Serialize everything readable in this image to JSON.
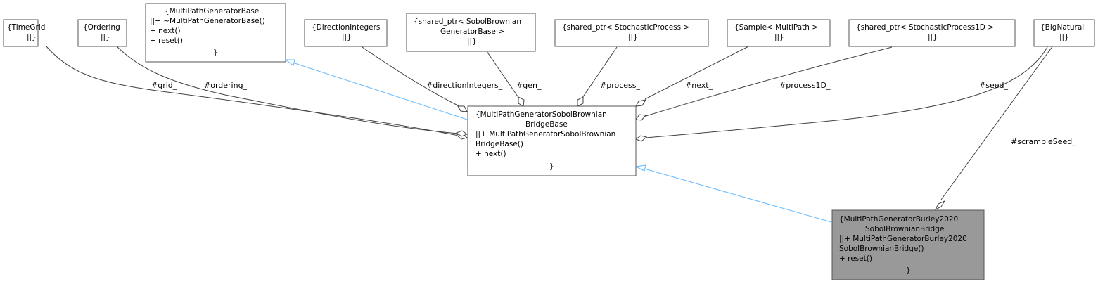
{
  "nodes": {
    "timegrid": {
      "l1": "{TimeGrid",
      "l2": "||}"
    },
    "ordering": {
      "l1": "{Ordering",
      "l2": "||}"
    },
    "mpgbase": {
      "l1": "{MultiPathGeneratorBase",
      "l2": "||+ ~MultiPathGeneratorBase()",
      "l3": "+ next()",
      "l4": "+ reset()",
      "l5": "}"
    },
    "dirint": {
      "l1": "{DirectionIntegers",
      "l2": "||}"
    },
    "sobolgen": {
      "l1": "{shared_ptr< SobolBrownian",
      "l2": "GeneratorBase >",
      "l3": "||}"
    },
    "stochproc": {
      "l1": "{shared_ptr< StochasticProcess >",
      "l2": "||}"
    },
    "sample": {
      "l1": "{Sample< MultiPath >",
      "l2": "||}"
    },
    "stochproc1d": {
      "l1": "{shared_ptr< StochasticProcess1D >",
      "l2": "||}"
    },
    "bignatural": {
      "l1": "{BigNatural",
      "l2": "||}"
    },
    "center": {
      "l1": "{MultiPathGeneratorSobolBrownian",
      "l2": "BridgeBase",
      "l3": "||+ MultiPathGeneratorSobolBrownian",
      "l4": "BridgeBase()",
      "l5": "+ next()",
      "l6": "}"
    },
    "burley": {
      "l1": "{MultiPathGeneratorBurley2020",
      "l2": "SobolBrownianBridge",
      "l3": "||+ MultiPathGeneratorBurley2020",
      "l4": "SobolBrownianBridge()",
      "l5": "+ reset()",
      "l6": "}"
    }
  },
  "edges": {
    "grid": "#grid_",
    "ordering": "#ordering_",
    "directionIntegers": "#directionIntegers_",
    "gen": "#gen_",
    "process": "#process_",
    "next": "#next_",
    "process1D": "#process1D_",
    "seed": "#seed_",
    "scrambleSeed": "#scrambleSeed_"
  },
  "colors": {
    "inheritance": "#63b8ff",
    "association": "#404040",
    "highlight_fill": "#999999"
  }
}
